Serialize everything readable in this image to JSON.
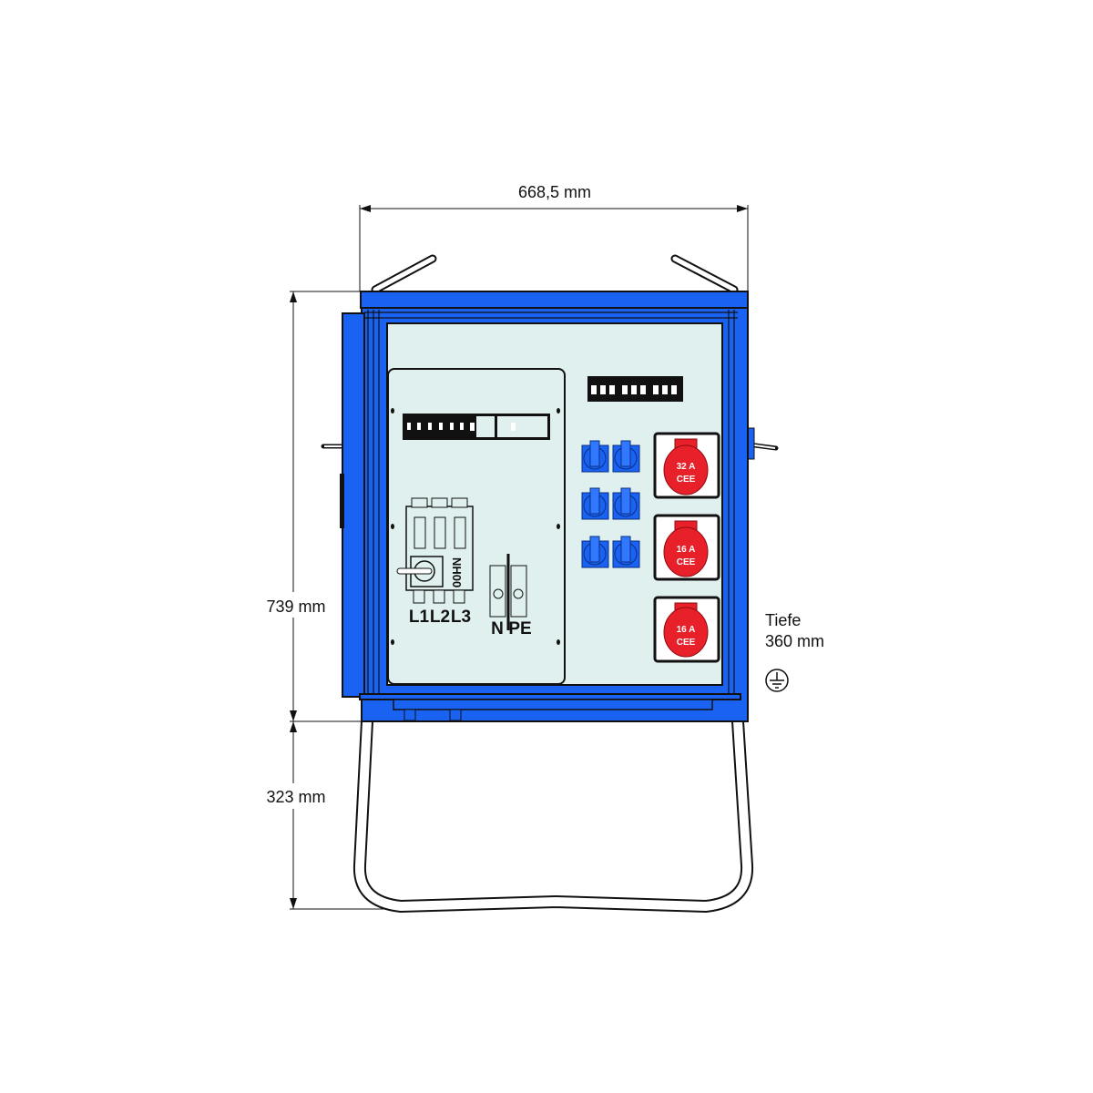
{
  "dimensions": {
    "width": "668,5 mm",
    "height_box": "739 mm",
    "height_stand": "323 mm",
    "depth_label": "Tiefe",
    "depth_value": "360 mm"
  },
  "switch": {
    "type_label": "NH00",
    "phases": [
      "L1",
      "L2",
      "L3"
    ]
  },
  "terminals": [
    "N",
    "PE"
  ],
  "cee_sockets": [
    {
      "rating": "32 A",
      "type": "CEE"
    },
    {
      "rating": "16 A",
      "type": "CEE"
    },
    {
      "rating": "16 A",
      "type": "CEE"
    }
  ],
  "schuko_socket_count": 6,
  "colors": {
    "enclosure": "#1a62f2",
    "panel": "#dff0ee",
    "cee": "#e8202a",
    "socket": "#1a62f2"
  }
}
